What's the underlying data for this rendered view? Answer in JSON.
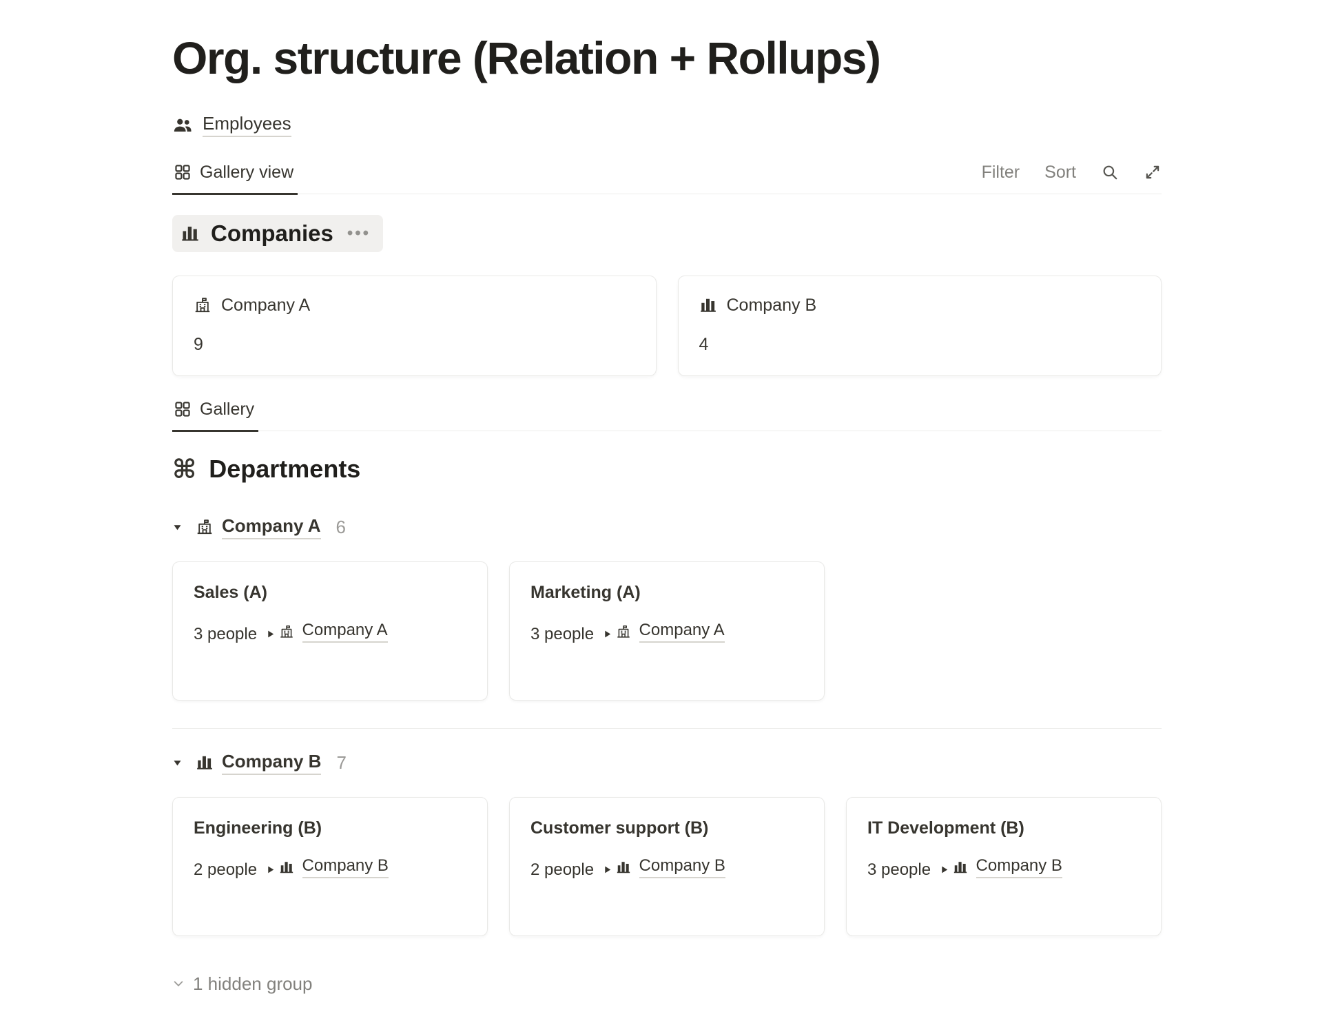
{
  "page": {
    "title": "Org. structure (Relation + Rollups)",
    "employees_label": "Employees"
  },
  "toolbar": {
    "tab_label": "Gallery view",
    "filter_label": "Filter",
    "sort_label": "Sort"
  },
  "companies": {
    "title": "Companies",
    "cards": [
      {
        "name": "Company A",
        "count": "9",
        "icon": "building-outline-icon"
      },
      {
        "name": "Company B",
        "count": "4",
        "icon": "factory-solid-icon"
      }
    ]
  },
  "gallery": {
    "tab_label": "Gallery"
  },
  "departments": {
    "title": "Departments",
    "icon_glyph": "⌘",
    "groups": [
      {
        "name": "Company A",
        "count": "6",
        "icon": "building-outline-icon",
        "cards": [
          {
            "title": "Sales (A)",
            "people": "3 people",
            "company": "Company A"
          },
          {
            "title": "Marketing (A)",
            "people": "3 people",
            "company": "Company A"
          }
        ]
      },
      {
        "name": "Company B",
        "count": "7",
        "icon": "factory-solid-icon",
        "cards": [
          {
            "title": "Engineering (B)",
            "people": "2 people",
            "company": "Company B"
          },
          {
            "title": "Customer support (B)",
            "people": "2 people",
            "company": "Company B"
          },
          {
            "title": "IT Development (B)",
            "people": "3 people",
            "company": "Company B"
          }
        ]
      }
    ]
  },
  "footer": {
    "hidden_group_label": "1 hidden group"
  },
  "icons": {
    "more_glyph": "•••",
    "names": [
      "people-icon",
      "gallery-grid-icon",
      "search-icon",
      "expand-icon",
      "factory-solid-icon",
      "building-outline-icon",
      "command-icon",
      "triangle-down-icon",
      "play-icon",
      "chevron-down-icon",
      "more-options-icon"
    ]
  },
  "colors": {
    "text_dark": "#201F1C",
    "text_body": "#37352F",
    "text_gray": "#82817D",
    "count_gray": "#9B9A97",
    "chip_bg": "#F1F0EE",
    "card_border": "#E9E9E7",
    "divider": "#EDEDEB",
    "underline": "#D6D4CE"
  }
}
